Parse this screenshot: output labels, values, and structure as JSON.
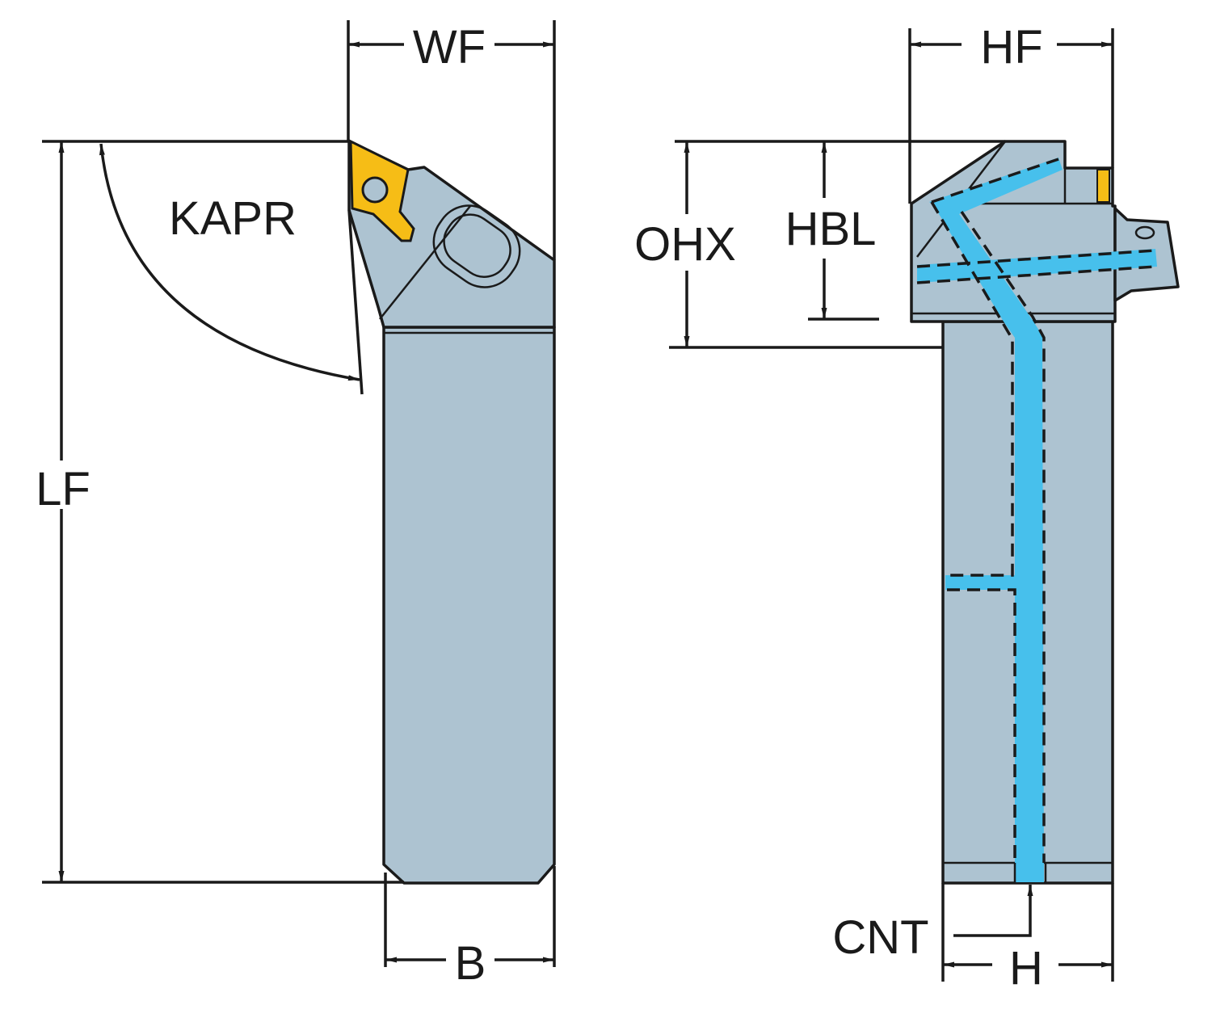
{
  "diagram": {
    "title": "Turning tool holder dimension drawing",
    "colors": {
      "body": "#adc3d1",
      "insert": "#f6bd16",
      "coolant": "#47c0ec",
      "line": "#1a1a1a"
    },
    "views": {
      "top_view": {
        "labels": {
          "wf": "WF",
          "kapr": "KAPR",
          "lf": "LF",
          "b": "B"
        }
      },
      "side_view": {
        "labels": {
          "hf": "HF",
          "ohx": "OHX",
          "hbl": "HBL",
          "cnt": "CNT",
          "h": "H"
        }
      }
    }
  }
}
